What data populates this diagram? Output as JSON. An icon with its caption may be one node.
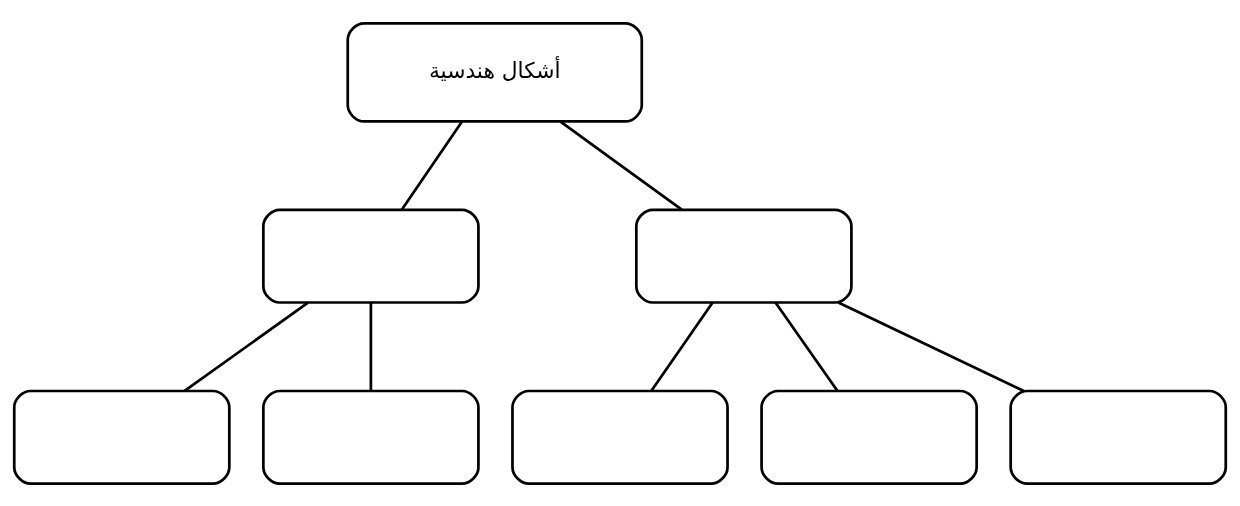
{
  "diagram": {
    "nodes": [
      {
        "text": [
          "أشكال هندسية"
        ]
      },
      {
        "text": [],
        "shape": "box"
      },
      {
        "text": [],
        "shape": "box"
      },
      {
        "text": [],
        "shape": "box"
      },
      {
        "text": [],
        "shape": "box"
      },
      {
        "text": [],
        "shape": "box"
      },
      {
        "text": [],
        "shape": "box"
      },
      {
        "text": [],
        "shape": "box"
      }
    ],
    "edges": [
      {
        "from": 0,
        "to": 1,
        "arrow": "none"
      },
      {
        "from": 0,
        "to": 2,
        "arrow": "none"
      },
      {
        "from": 1,
        "to": 3,
        "arrow": "none"
      },
      {
        "from": 1,
        "to": 4,
        "arrow": "none"
      },
      {
        "from": 2,
        "to": 5,
        "arrow": "none"
      },
      {
        "from": 2,
        "to": 6,
        "arrow": "none"
      },
      {
        "from": 2,
        "to": 7,
        "arrow": "none"
      }
    ]
  }
}
